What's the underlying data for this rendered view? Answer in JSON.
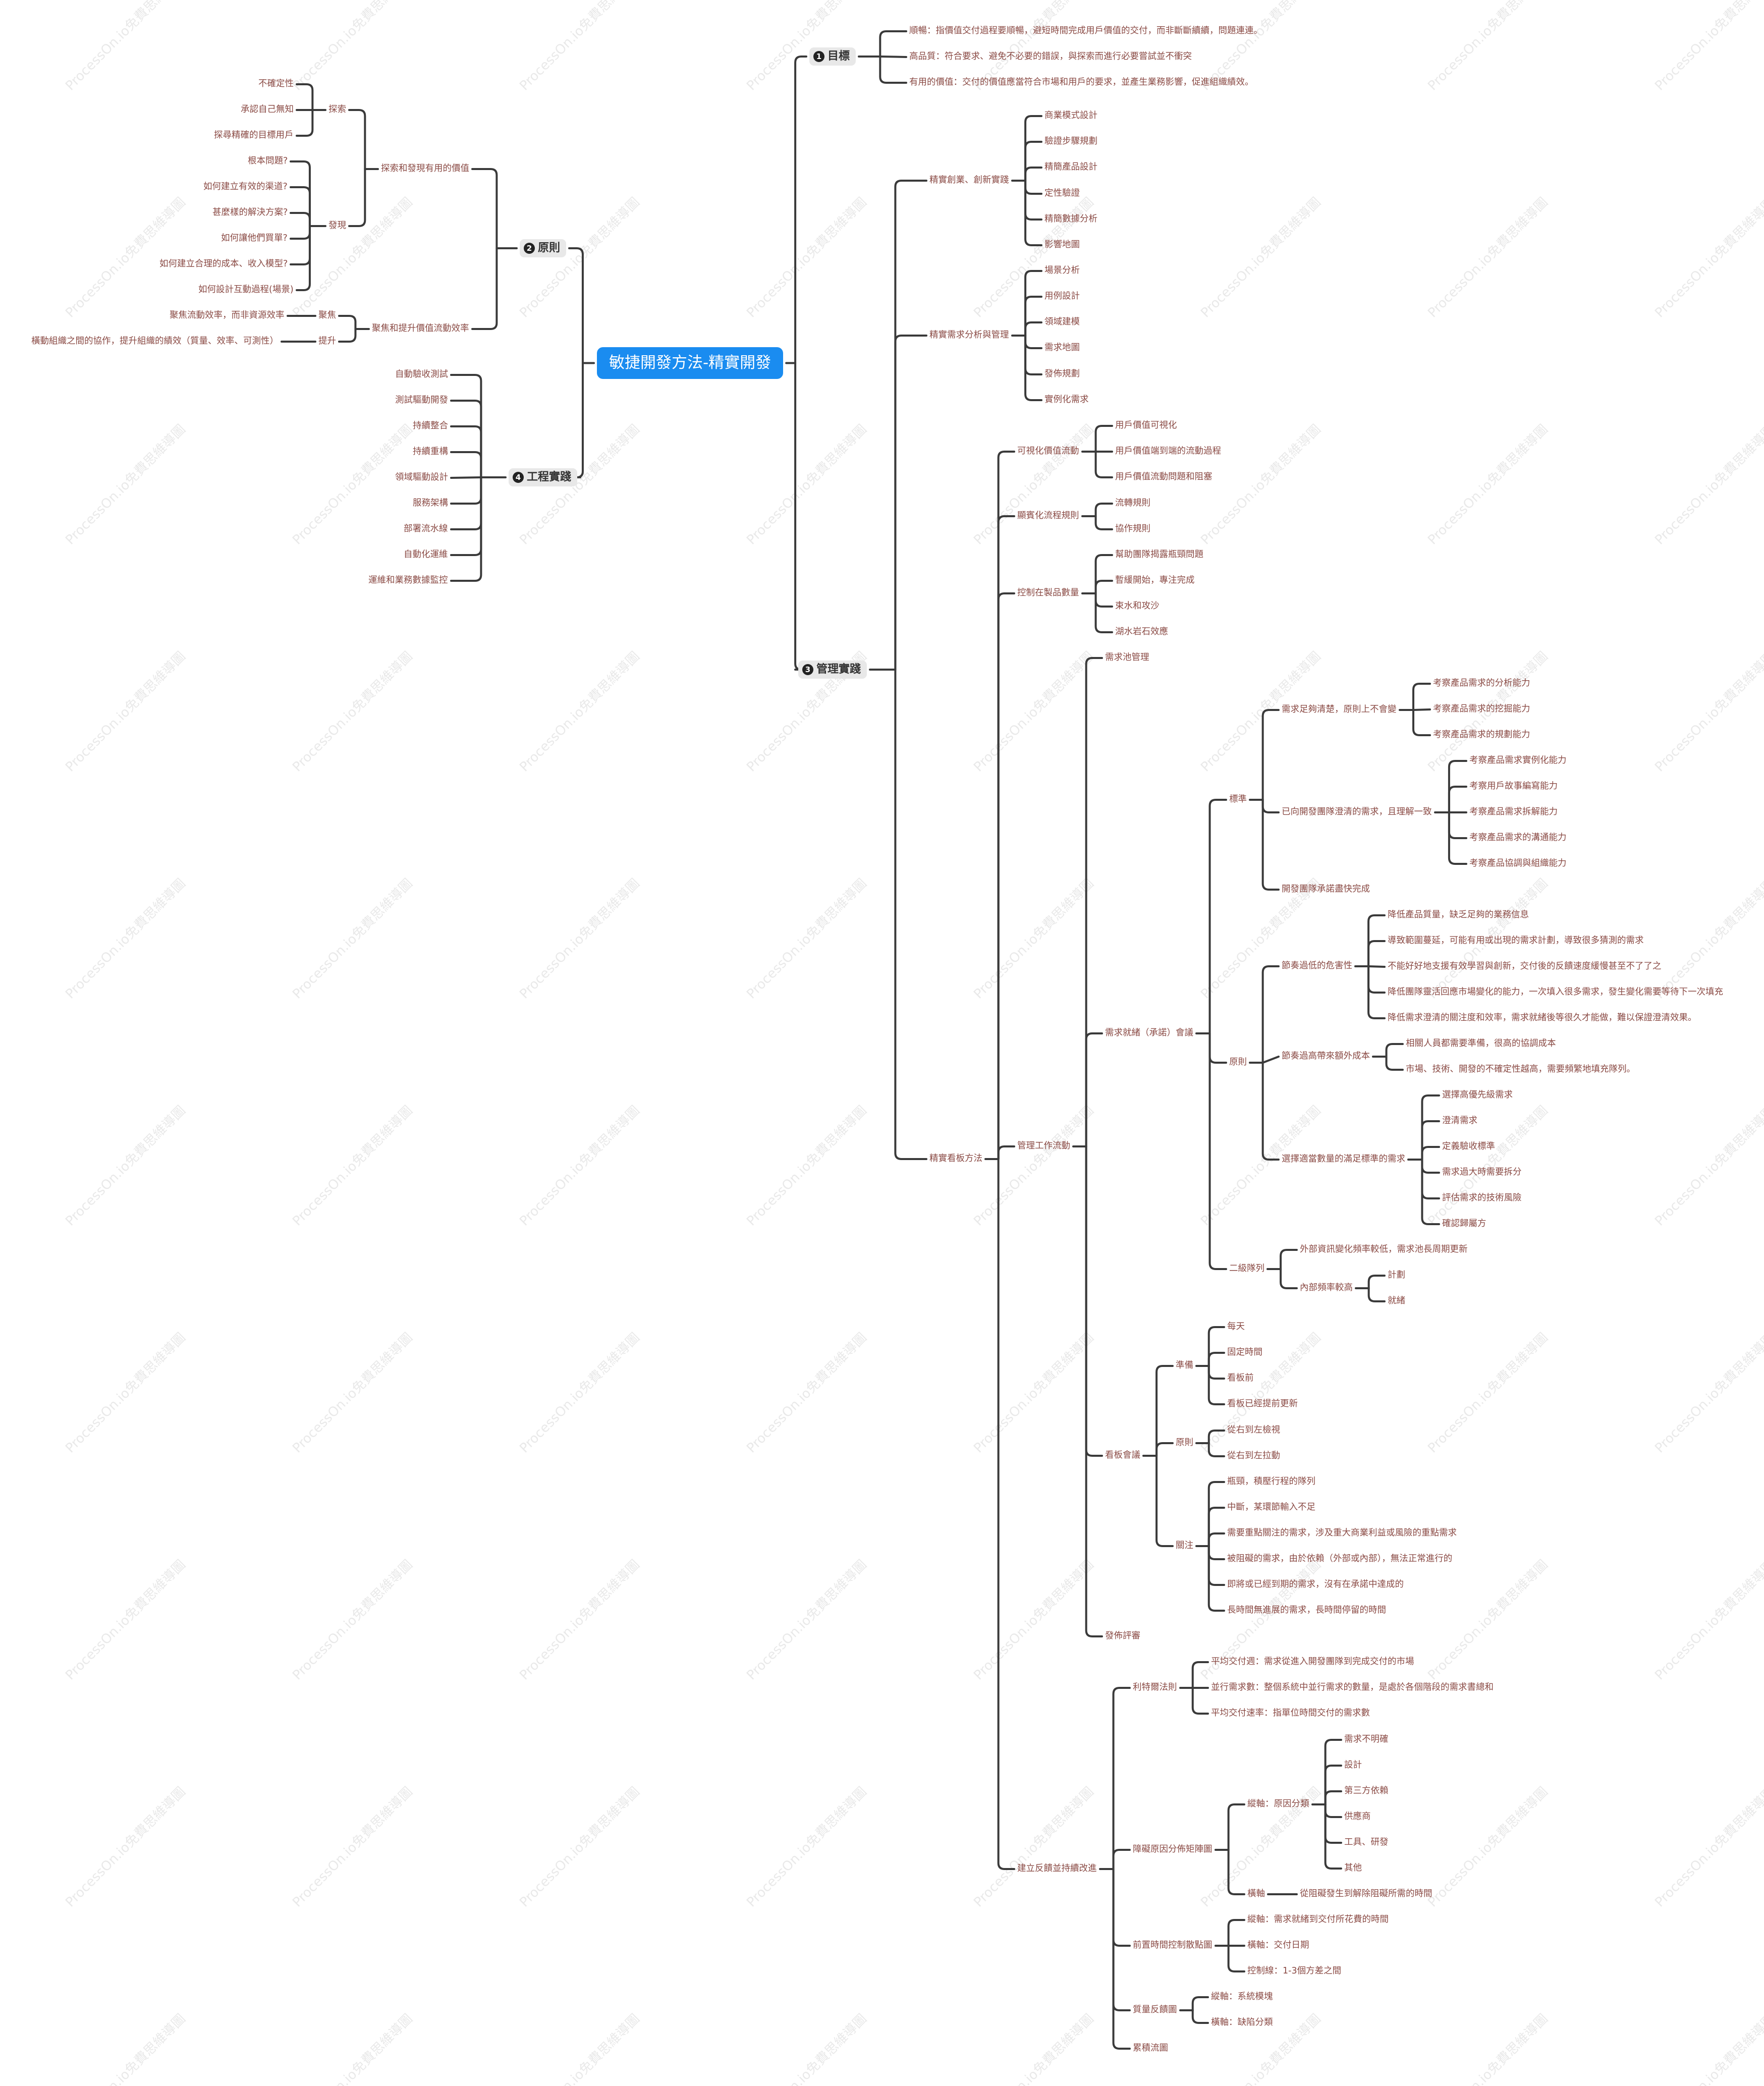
{
  "root": {
    "id": "root",
    "label": "敏捷開發方法-精實開發"
  },
  "watermark": "ProcessOn.io免費思維導圖",
  "nodes": [
    {
      "id": "b1",
      "num": "1",
      "label": "目標",
      "side": "right",
      "kind": "branch"
    },
    {
      "id": "b1a",
      "label": "順暢：指價值交付過程要順暢，避短時間完成用戶價值的交付，而非斷斷續續，問題連連。",
      "parent": "b1"
    },
    {
      "id": "b1b",
      "label": "高品質：符合要求、避免不必要的錯誤，與探索而進行必要嘗試並不衝突",
      "parent": "b1"
    },
    {
      "id": "b1c",
      "label": "有用的價值：交付的價值應當符合市場和用戶的要求，並產生業務影響，促進組織績效。",
      "parent": "b1"
    },
    {
      "id": "b3",
      "num": "3",
      "label": "管理實踐",
      "side": "right",
      "kind": "branch"
    },
    {
      "id": "m1",
      "label": "精實創業、創新實踐",
      "parent": "b3"
    },
    {
      "id": "m1a",
      "label": "商業模式設計",
      "parent": "m1"
    },
    {
      "id": "m1b",
      "label": "驗證步驟規劃",
      "parent": "m1"
    },
    {
      "id": "m1c",
      "label": "精簡產品設計",
      "parent": "m1"
    },
    {
      "id": "m1d",
      "label": "定性驗證",
      "parent": "m1"
    },
    {
      "id": "m1e",
      "label": "精簡數據分析",
      "parent": "m1"
    },
    {
      "id": "m1f",
      "label": "影響地圖",
      "parent": "m1"
    },
    {
      "id": "m2",
      "label": "精實需求分析與管理",
      "parent": "b3"
    },
    {
      "id": "m2a",
      "label": "場景分析",
      "parent": "m2"
    },
    {
      "id": "m2b",
      "label": "用例設計",
      "parent": "m2"
    },
    {
      "id": "m2c",
      "label": "領域建模",
      "parent": "m2"
    },
    {
      "id": "m2d",
      "label": "需求地圖",
      "parent": "m2"
    },
    {
      "id": "m2e",
      "label": "發佈規劃",
      "parent": "m2"
    },
    {
      "id": "m2f",
      "label": "實例化需求",
      "parent": "m2"
    },
    {
      "id": "m3",
      "label": "精實看板方法",
      "parent": "b3"
    },
    {
      "id": "k1",
      "label": "可視化價值流動",
      "parent": "m3"
    },
    {
      "id": "k1a",
      "label": "用戶價值可視化",
      "parent": "k1"
    },
    {
      "id": "k1b",
      "label": "用戶價值端到端的流動過程",
      "parent": "k1"
    },
    {
      "id": "k1c",
      "label": "用戶價值流動問題和阻塞",
      "parent": "k1"
    },
    {
      "id": "k2",
      "label": "顯賓化流程規則",
      "parent": "m3"
    },
    {
      "id": "k2a",
      "label": "流轉規則",
      "parent": "k2"
    },
    {
      "id": "k2b",
      "label": "協作規則",
      "parent": "k2"
    },
    {
      "id": "k3",
      "label": "控制在製品數量",
      "parent": "m3"
    },
    {
      "id": "k3a",
      "label": "幫助團隊揭露瓶頸問題",
      "parent": "k3"
    },
    {
      "id": "k3b",
      "label": "暫緩開始，專注完成",
      "parent": "k3"
    },
    {
      "id": "k3c",
      "label": "束水和攻沙",
      "parent": "k3"
    },
    {
      "id": "k3d",
      "label": "湖水岩石效應",
      "parent": "k3"
    },
    {
      "id": "k4",
      "label": "管理工作流動",
      "parent": "m3"
    },
    {
      "id": "w1",
      "label": "需求池管理",
      "parent": "k4"
    },
    {
      "id": "w2",
      "label": "需求就緒（承諾）會議",
      "parent": "k4"
    },
    {
      "id": "s1",
      "label": "標準",
      "parent": "w2"
    },
    {
      "id": "s1a",
      "label": "需求足夠清楚，原則上不會變",
      "parent": "s1"
    },
    {
      "id": "s1a1",
      "label": "考察產品需求的分析能力",
      "parent": "s1a"
    },
    {
      "id": "s1a2",
      "label": "考察產品需求的挖掘能力",
      "parent": "s1a"
    },
    {
      "id": "s1a3",
      "label": "考察產品需求的規劃能力",
      "parent": "s1a"
    },
    {
      "id": "s1b",
      "label": "已向開發團隊澄清的需求，且理解一致",
      "parent": "s1"
    },
    {
      "id": "s1b1",
      "label": "考察產品需求實例化能力",
      "parent": "s1b"
    },
    {
      "id": "s1b2",
      "label": "考察用戶故事編寫能力",
      "parent": "s1b"
    },
    {
      "id": "s1b3",
      "label": "考察產品需求拆解能力",
      "parent": "s1b"
    },
    {
      "id": "s1b4",
      "label": "考察產品需求的溝通能力",
      "parent": "s1b"
    },
    {
      "id": "s1b5",
      "label": "考察產品協調與組織能力",
      "parent": "s1b"
    },
    {
      "id": "s1c",
      "label": "開發團隊承諾盡快完成",
      "parent": "s1"
    },
    {
      "id": "s2",
      "label": "原則",
      "parent": "w2"
    },
    {
      "id": "s2a",
      "label": "節奏過低的危害性",
      "parent": "s2"
    },
    {
      "id": "s2a1",
      "label": "降低產品質量，缺乏足夠的業務信息",
      "parent": "s2a"
    },
    {
      "id": "s2a2",
      "label": "導致範圍蔓延，可能有用或出現的需求計劃，導致很多猜測的需求",
      "parent": "s2a"
    },
    {
      "id": "s2a3",
      "label": "不能好好地支援有效學習與創新，交付後的反饋速度緩慢甚至不了了之",
      "parent": "s2a"
    },
    {
      "id": "s2a4",
      "label": "降低團隊靈活回應市場變化的能力，一次填入很多需求，發生變化需要等待下一次填充",
      "parent": "s2a"
    },
    {
      "id": "s2a5",
      "label": "降低需求澄清的關注度和效率，需求就緒後等很久才能做，難以保證澄清效果。",
      "parent": "s2a"
    },
    {
      "id": "s2b",
      "label": "節奏過高帶來額外成本",
      "parent": "s2"
    },
    {
      "id": "s2b1",
      "label": "相關人員都需要準備，很高的協調成本",
      "parent": "s2b"
    },
    {
      "id": "s2b2",
      "label": "市場、技術、開發的不確定性越高，需要頻繁地填充隊列。",
      "parent": "s2b"
    },
    {
      "id": "s2c",
      "label": "選擇適當數量的滿足標準的需求",
      "parent": "s2"
    },
    {
      "id": "s2c1",
      "label": "選擇高優先級需求",
      "parent": "s2c"
    },
    {
      "id": "s2c2",
      "label": "澄清需求",
      "parent": "s2c"
    },
    {
      "id": "s2c3",
      "label": "定義驗收標準",
      "parent": "s2c"
    },
    {
      "id": "s2c4",
      "label": "需求過大時需要拆分",
      "parent": "s2c"
    },
    {
      "id": "s2c5",
      "label": "評估需求的技術風險",
      "parent": "s2c"
    },
    {
      "id": "s2c6",
      "label": "確認歸屬方",
      "parent": "s2c"
    },
    {
      "id": "s3",
      "label": "二級隊列",
      "parent": "w2"
    },
    {
      "id": "s3a",
      "label": "外部資訊變化頻率較低，需求池長周期更新",
      "parent": "s3"
    },
    {
      "id": "s3b",
      "label": "內部頻率較高",
      "parent": "s3"
    },
    {
      "id": "s3b1",
      "label": "計劃",
      "parent": "s3b"
    },
    {
      "id": "s3b2",
      "label": "就緒",
      "parent": "s3b"
    },
    {
      "id": "w3",
      "label": "看板會議",
      "parent": "k4"
    },
    {
      "id": "v1",
      "label": "準備",
      "parent": "w3"
    },
    {
      "id": "v1a",
      "label": "每天",
      "parent": "v1"
    },
    {
      "id": "v1b",
      "label": "固定時間",
      "parent": "v1"
    },
    {
      "id": "v1c",
      "label": "看板前",
      "parent": "v1"
    },
    {
      "id": "v1d",
      "label": "看板已經提前更新",
      "parent": "v1"
    },
    {
      "id": "v2",
      "label": "原則",
      "parent": "w3"
    },
    {
      "id": "v2a",
      "label": "從右到左檢視",
      "parent": "v2"
    },
    {
      "id": "v2b",
      "label": "從右到左拉動",
      "parent": "v2"
    },
    {
      "id": "v3",
      "label": "關注",
      "parent": "w3"
    },
    {
      "id": "v3a",
      "label": "瓶頸，積壓行程的隊列",
      "parent": "v3"
    },
    {
      "id": "v3b",
      "label": "中斷，某環節輸入不足",
      "parent": "v3"
    },
    {
      "id": "v3c",
      "label": "需要重點關注的需求，涉及重大商業利益或風險的重點需求",
      "parent": "v3"
    },
    {
      "id": "v3d",
      "label": "被阻礙的需求，由於依賴（外部或內部），無法正常進行的",
      "parent": "v3"
    },
    {
      "id": "v3e",
      "label": "即將或已經到期的需求，沒有在承諾中達成的",
      "parent": "v3"
    },
    {
      "id": "v3f",
      "label": "長時間無進展的需求，長時間停留的時間",
      "parent": "v3"
    },
    {
      "id": "w4",
      "label": "發佈評審",
      "parent": "k4"
    },
    {
      "id": "k5",
      "label": "建立反饋並持續改進",
      "parent": "m3"
    },
    {
      "id": "f1",
      "label": "利特爾法則",
      "parent": "k5"
    },
    {
      "id": "f1a",
      "label": "平均交付週：需求從進入開發團隊到完成交付的市場",
      "parent": "f1"
    },
    {
      "id": "f1b",
      "label": "並行需求數：整個系統中並行需求的數量，是處於各個階段的需求書總和",
      "parent": "f1"
    },
    {
      "id": "f1c",
      "label": "平均交付速率：指單位時間交付的需求數",
      "parent": "f1"
    },
    {
      "id": "f2",
      "label": "障礙原因分佈矩陣圖",
      "parent": "k5"
    },
    {
      "id": "f2a",
      "label": "縱軸：原因分類",
      "parent": "f2"
    },
    {
      "id": "f2a1",
      "label": "需求不明確",
      "parent": "f2a"
    },
    {
      "id": "f2a2",
      "label": "設計",
      "parent": "f2a"
    },
    {
      "id": "f2a3",
      "label": "第三方依賴",
      "parent": "f2a"
    },
    {
      "id": "f2a4",
      "label": "供應商",
      "parent": "f2a"
    },
    {
      "id": "f2a5",
      "label": "工具、研發",
      "parent": "f2a"
    },
    {
      "id": "f2a6",
      "label": "其他",
      "parent": "f2a"
    },
    {
      "id": "f2b",
      "label": "橫軸",
      "parent": "f2"
    },
    {
      "id": "f2b1",
      "label": "從阻礙發生到解除阻礙所需的時間",
      "parent": "f2b"
    },
    {
      "id": "f3",
      "label": "前置時間控制散點圖",
      "parent": "k5"
    },
    {
      "id": "f3a",
      "label": "縱軸：需求就緒到交付所花費的時間",
      "parent": "f3"
    },
    {
      "id": "f3b",
      "label": "橫軸：交付日期",
      "parent": "f3"
    },
    {
      "id": "f3c",
      "label": "控制線：1-3個方差之間",
      "parent": "f3"
    },
    {
      "id": "f4",
      "label": "質量反饋圖",
      "parent": "k5"
    },
    {
      "id": "f4a",
      "label": "縱軸：系統模塊",
      "parent": "f4"
    },
    {
      "id": "f4b",
      "label": "橫軸：缺陷分類",
      "parent": "f4"
    },
    {
      "id": "f5",
      "label": "累積流圖",
      "parent": "k5"
    },
    {
      "id": "b2",
      "num": "2",
      "label": "原則",
      "side": "left",
      "kind": "branch"
    },
    {
      "id": "p1",
      "label": "探索和發現有用的價值",
      "parent": "b2"
    },
    {
      "id": "p1a",
      "label": "探索",
      "parent": "p1"
    },
    {
      "id": "p1a1",
      "label": "不確定性",
      "parent": "p1a"
    },
    {
      "id": "p1a2",
      "label": "承認自己無知",
      "parent": "p1a"
    },
    {
      "id": "p1a3",
      "label": "探尋精確的目標用戶",
      "parent": "p1a"
    },
    {
      "id": "p1b",
      "label": "發現",
      "parent": "p1"
    },
    {
      "id": "p1b1",
      "label": "根本問題?",
      "parent": "p1b"
    },
    {
      "id": "p1b2",
      "label": "如何建立有效的渠道?",
      "parent": "p1b"
    },
    {
      "id": "p1b3",
      "label": "甚麼樣的解決方案?",
      "parent": "p1b"
    },
    {
      "id": "p1b4",
      "label": "如何讓他們買單?",
      "parent": "p1b"
    },
    {
      "id": "p1b5",
      "label": "如何建立合理的成本、收入模型?",
      "parent": "p1b"
    },
    {
      "id": "p1b6",
      "label": "如何設計互動過程(場景)",
      "parent": "p1b"
    },
    {
      "id": "p2",
      "label": "聚焦和提升價值流動效率",
      "parent": "b2"
    },
    {
      "id": "p2a",
      "label": "聚焦",
      "parent": "p2"
    },
    {
      "id": "p2a1",
      "label": "聚焦流動效率，而非資源效率",
      "parent": "p2a"
    },
    {
      "id": "p2b",
      "label": "提升",
      "parent": "p2"
    },
    {
      "id": "p2b1",
      "label": "橫動組織之間的協作，提升組織的績效（質量、效率、可測性）",
      "parent": "p2b"
    },
    {
      "id": "b4",
      "num": "4",
      "label": "工程實踐",
      "side": "left",
      "kind": "branch"
    },
    {
      "id": "e1",
      "label": "自動驗收測試",
      "parent": "b4"
    },
    {
      "id": "e2",
      "label": "測試驅動開發",
      "parent": "b4"
    },
    {
      "id": "e3",
      "label": "持續整合",
      "parent": "b4"
    },
    {
      "id": "e4",
      "label": "持續重構",
      "parent": "b4"
    },
    {
      "id": "e5",
      "label": "領域驅動設計",
      "parent": "b4"
    },
    {
      "id": "e6",
      "label": "服務架構",
      "parent": "b4"
    },
    {
      "id": "e7",
      "label": "部署流水線",
      "parent": "b4"
    },
    {
      "id": "e8",
      "label": "自動化運維",
      "parent": "b4"
    },
    {
      "id": "e9",
      "label": "運維和業務數據監控",
      "parent": "b4"
    }
  ]
}
